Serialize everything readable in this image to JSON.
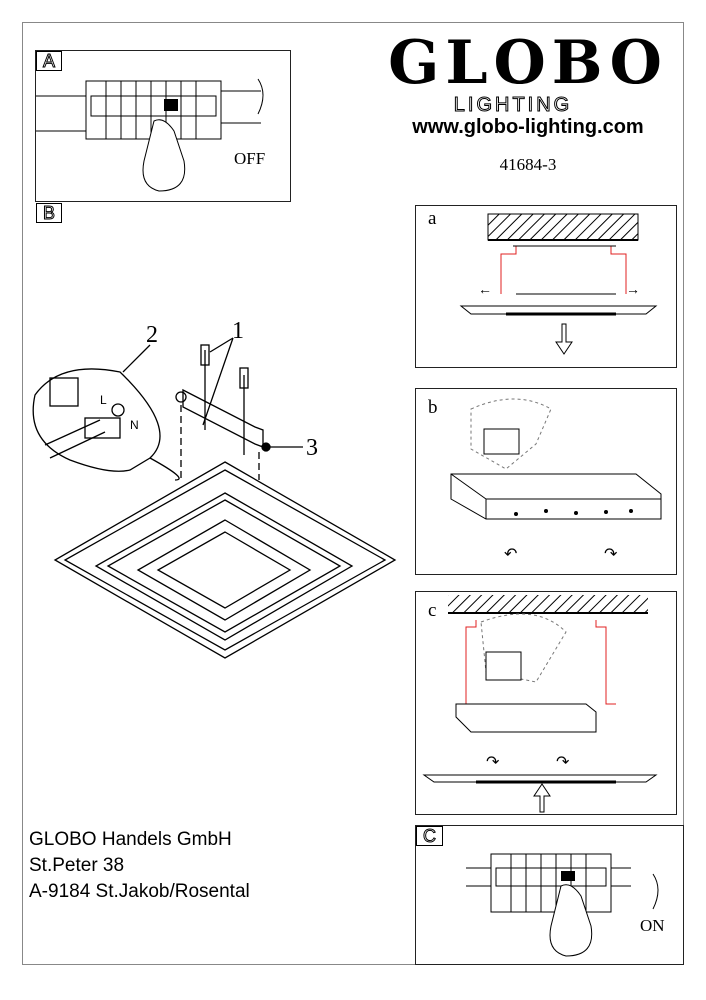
{
  "brand": {
    "logo": "GLOBO",
    "sub": "LIGHTING",
    "website": "www.globo-lighting.com",
    "model": "41684-3"
  },
  "steps": {
    "A": "A",
    "B": "B",
    "C": "C",
    "a": "a",
    "b": "b",
    "c": "c"
  },
  "switch": {
    "off": "OFF",
    "on": "ON"
  },
  "callouts": {
    "one": "1",
    "two": "2",
    "three": "3",
    "L": "L",
    "N": "N"
  },
  "address": {
    "company": "GLOBO Handels GmbH",
    "street": "St.Peter 38",
    "city": "A-9184 St.Jakob/Rosental"
  },
  "colors": {
    "wire": "#e02020",
    "line": "#000000"
  }
}
